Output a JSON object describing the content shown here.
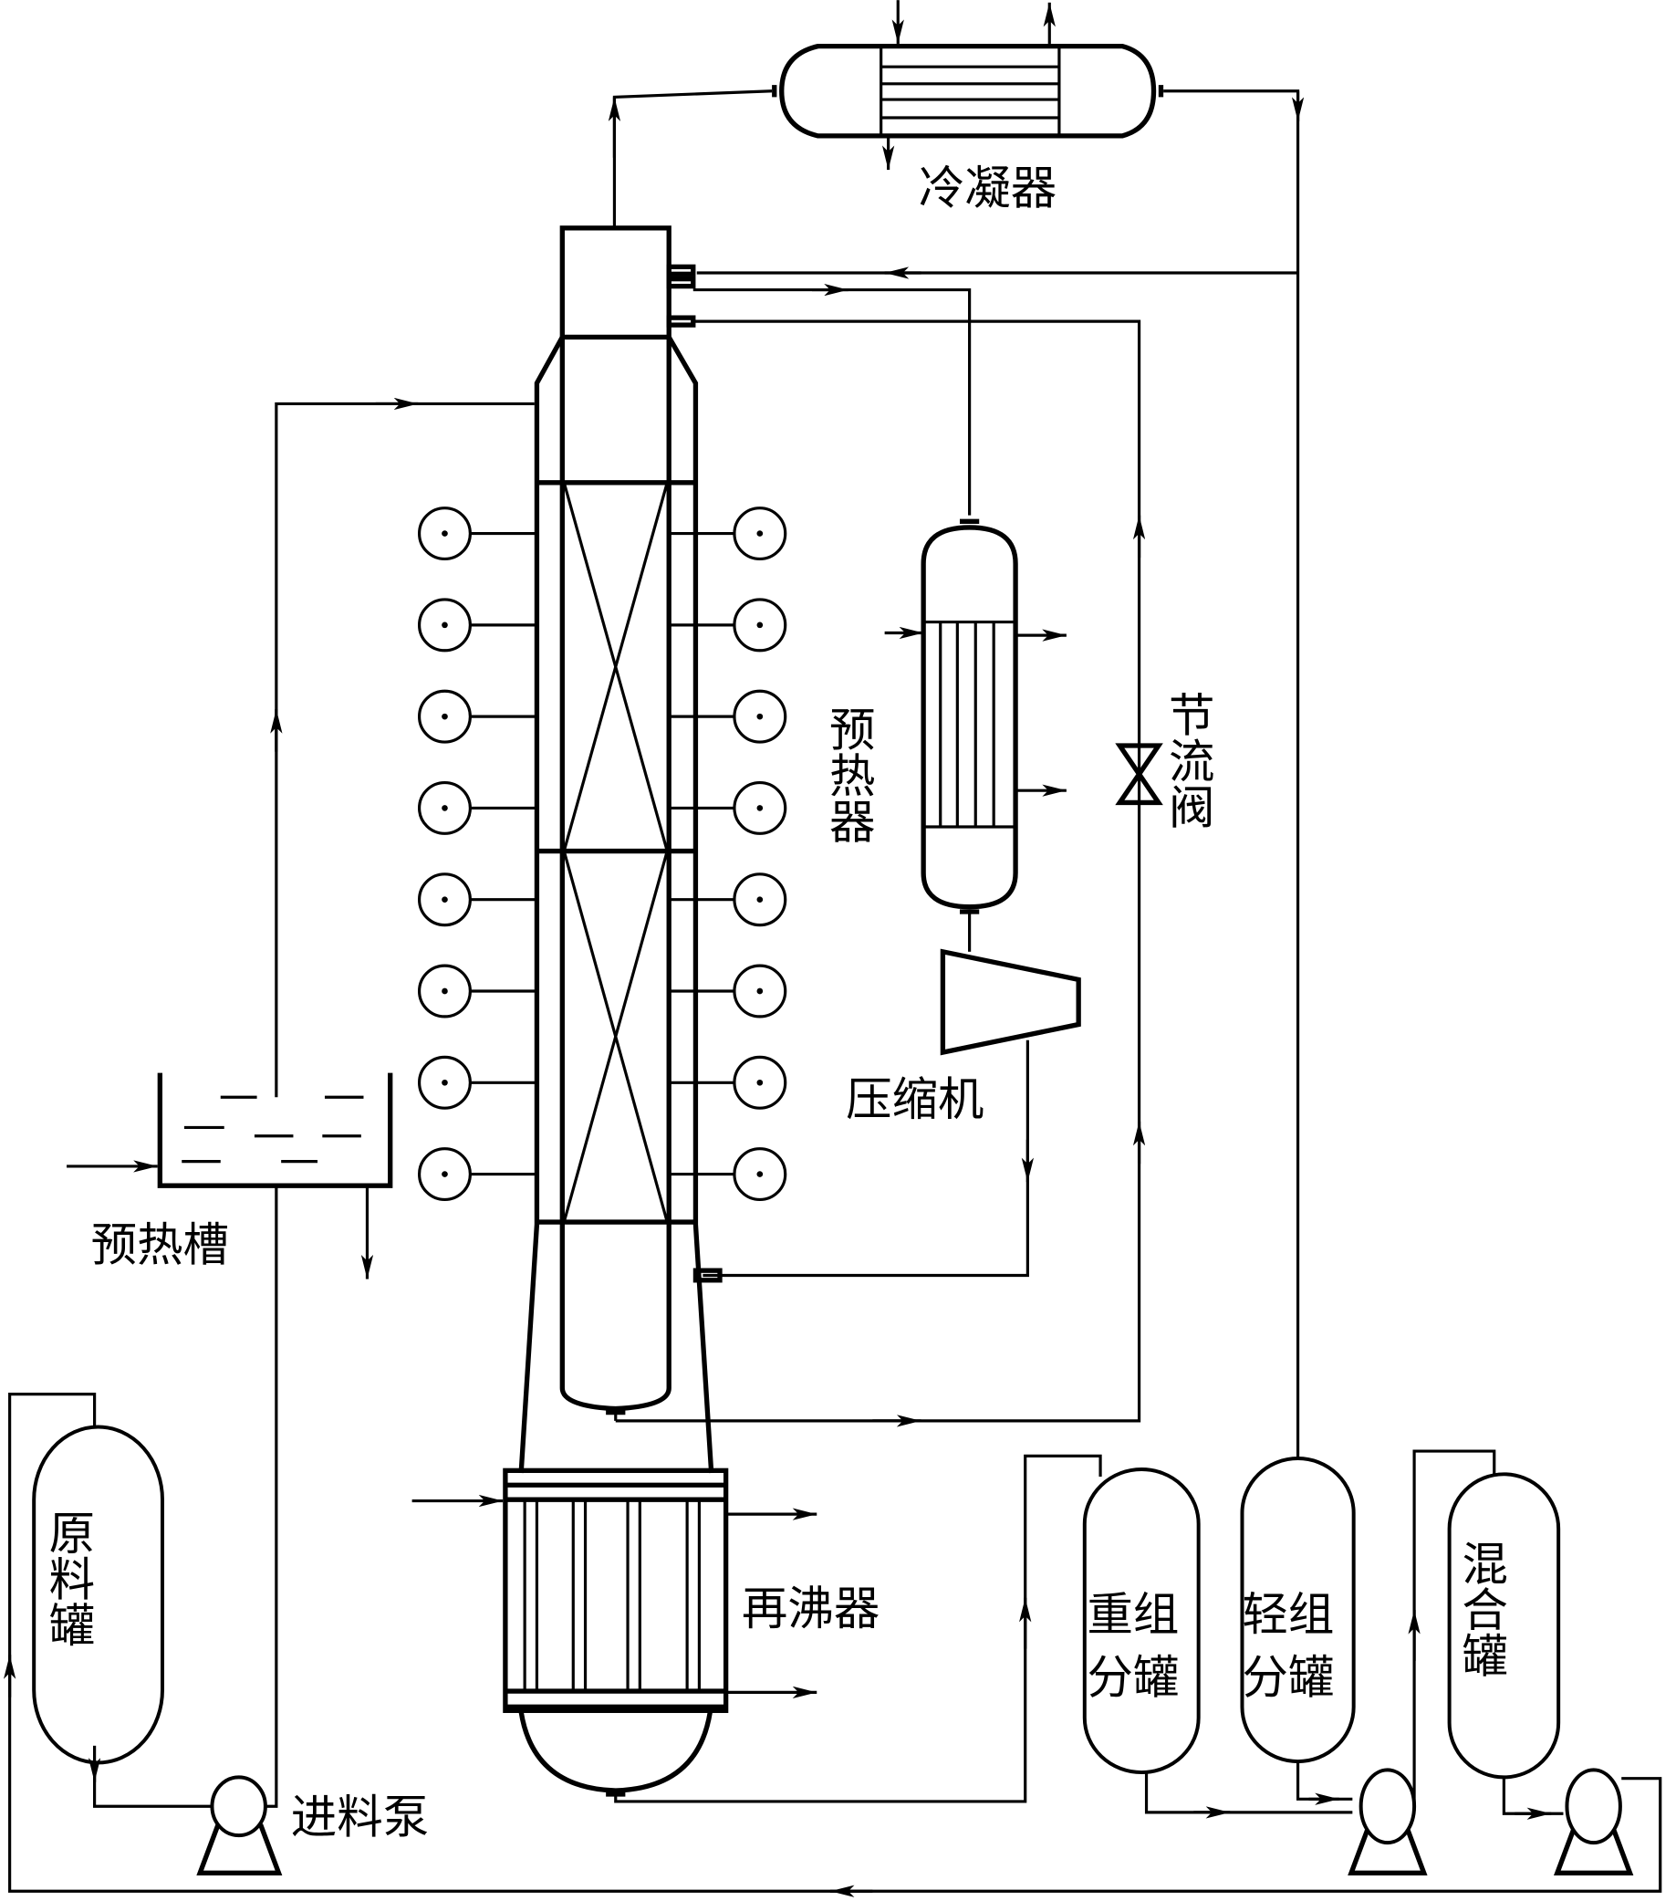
{
  "diagram": {
    "type": "process-flow-diagram",
    "labels": {
      "condenser": "冷凝器",
      "preheater": "预热器",
      "throttle_valve": "节流阀",
      "compressor": "压缩机",
      "preheat_tank": "预热槽",
      "reboiler": "再沸器",
      "raw_material_tank": "原料罐",
      "feed_pump": "进料泵",
      "heavy_tank_line1": "重组",
      "heavy_tank_line2": "分罐",
      "light_tank_line1": "轻组",
      "light_tank_line2": "分罐",
      "mixing_tank": "混合罐"
    },
    "column": {
      "packed_sections": 2,
      "side_instruments_per_side": 8
    },
    "components": [
      "condenser",
      "distillation-column",
      "preheater",
      "compressor",
      "throttle-valve",
      "preheat-tank",
      "reboiler",
      "raw-material-tank",
      "feed-pump",
      "heavy-component-tank",
      "light-component-tank",
      "mixing-tank",
      "transfer-pump-1",
      "transfer-pump-2"
    ]
  }
}
